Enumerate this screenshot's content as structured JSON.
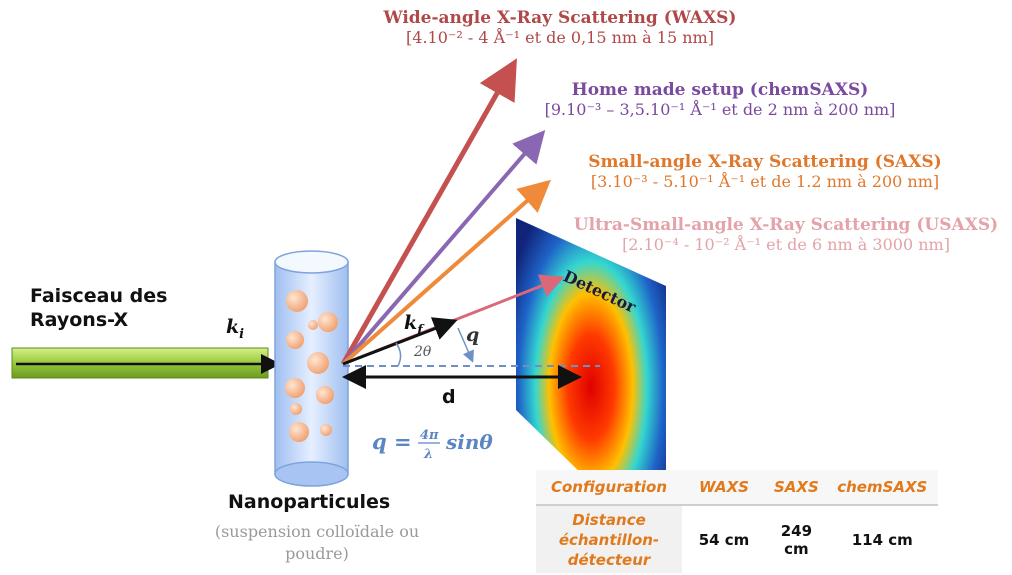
{
  "ranges": {
    "waxs": {
      "title": "Wide-angle X-Ray Scattering (WAXS)",
      "range": "[4.10⁻² - 4 Å⁻¹  et de 0,15 nm à 15 nm]",
      "color": "#b04848"
    },
    "chemsaxs": {
      "title": "Home made setup (chemSAXS)",
      "range": "[9.10⁻³ – 3,5.10⁻¹ Å⁻¹ et de 2 nm à 200 nm]",
      "color": "#7a49a0"
    },
    "saxs": {
      "title": "Small-angle X-Ray Scattering (SAXS)",
      "range": "[3.10⁻³ - 5.10⁻¹ Å⁻¹  et de 1.2 nm à 200 nm]",
      "color": "#e0782c"
    },
    "usaxs": {
      "title": "Ultra-Small-angle X-Ray Scattering (USAXS)",
      "range": "[2.10⁻⁴ - 10⁻² Å⁻¹  et de 6 nm à 3000 nm]",
      "color": "#e3a3a8"
    }
  },
  "beam": {
    "label_line1": "Faisceau des",
    "label_line2": "Rayons-X",
    "ki": "k",
    "ki_sub": "i"
  },
  "detector": {
    "label": "Detector"
  },
  "vectors": {
    "kf": "k",
    "kf_sub": "f",
    "q": "q",
    "angle": "2θ",
    "distance": "d"
  },
  "formula": {
    "lhs": "q =",
    "num": "4π",
    "den": "λ",
    "rhs": "sinθ"
  },
  "sample": {
    "title": "Nanoparticules",
    "subtitle_line1": "(suspension colloïdale ou",
    "subtitle_line2": "poudre)"
  },
  "config_table": {
    "headers": [
      "Configuration",
      "WAXS",
      "SAXS",
      "chemSAXS"
    ],
    "row_label_lines": [
      "Distance",
      "échantillon-",
      "détecteur"
    ],
    "values": [
      "54 cm",
      "249 cm",
      "114 cm"
    ]
  }
}
